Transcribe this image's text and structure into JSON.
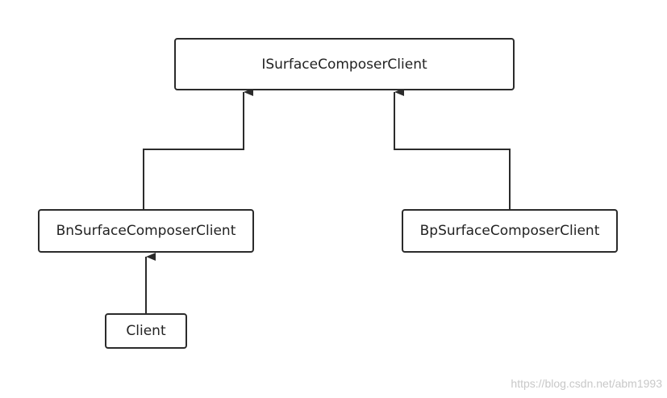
{
  "nodes": {
    "isurface": "ISurfaceComposerClient",
    "bn": "BnSurfaceComposerClient",
    "bp": "BpSurfaceComposerClient",
    "client": "Client"
  },
  "edges": [
    {
      "from": "bn",
      "to": "isurface",
      "type": "inheritance"
    },
    {
      "from": "bp",
      "to": "isurface",
      "type": "inheritance"
    },
    {
      "from": "client",
      "to": "bn",
      "type": "inheritance"
    }
  ],
  "watermark": "https://blog.csdn.net/abm1993",
  "colors": {
    "stroke": "#2b2b2b",
    "watermark": "#c8c8c8"
  }
}
